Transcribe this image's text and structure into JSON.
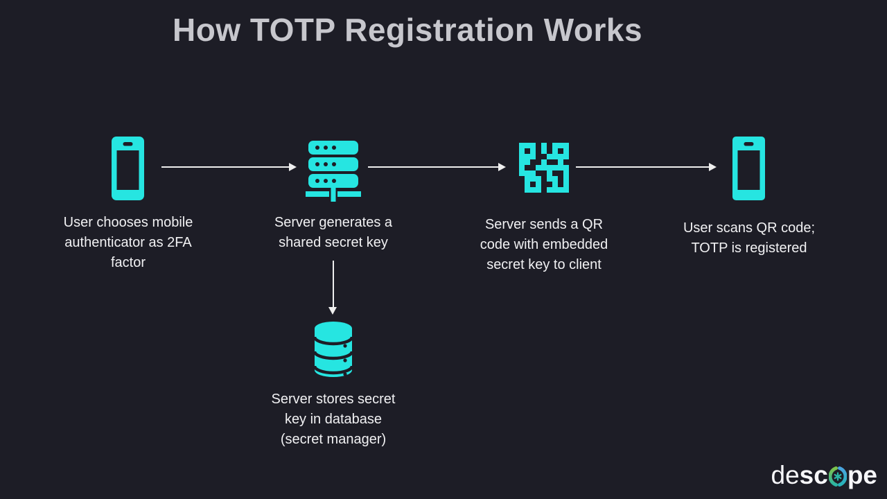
{
  "title": "How TOTP Registration Works",
  "colors": {
    "background": "#1d1d26",
    "accent_cyan": "#26e5e1",
    "title_gray": "#c7c7cd",
    "text_white": "#f1f1f3",
    "arrow_white": "#efefef",
    "logo_green": "#7dc24b",
    "logo_blue": "#4aa4e0",
    "logo_teal": "#2ab5a5"
  },
  "flow": {
    "steps": [
      {
        "icon": "smartphone-icon",
        "lines": [
          "User chooses mobile",
          "authenticator as 2FA",
          "factor"
        ]
      },
      {
        "icon": "server-icon",
        "lines": [
          "Server generates a",
          "shared secret key"
        ]
      },
      {
        "icon": "qr-code-icon",
        "lines": [
          "Server sends a QR",
          "code with embedded",
          "secret key to client"
        ]
      },
      {
        "icon": "smartphone-icon",
        "lines": [
          "User scans QR code;",
          "TOTP is registered"
        ]
      }
    ],
    "branch": {
      "icon": "database-icon",
      "lines": [
        "Server stores secret",
        "key in database",
        "(secret manager)"
      ]
    }
  },
  "logo": {
    "prefix": "de",
    "mid": "sc",
    "suffix": "pe"
  }
}
